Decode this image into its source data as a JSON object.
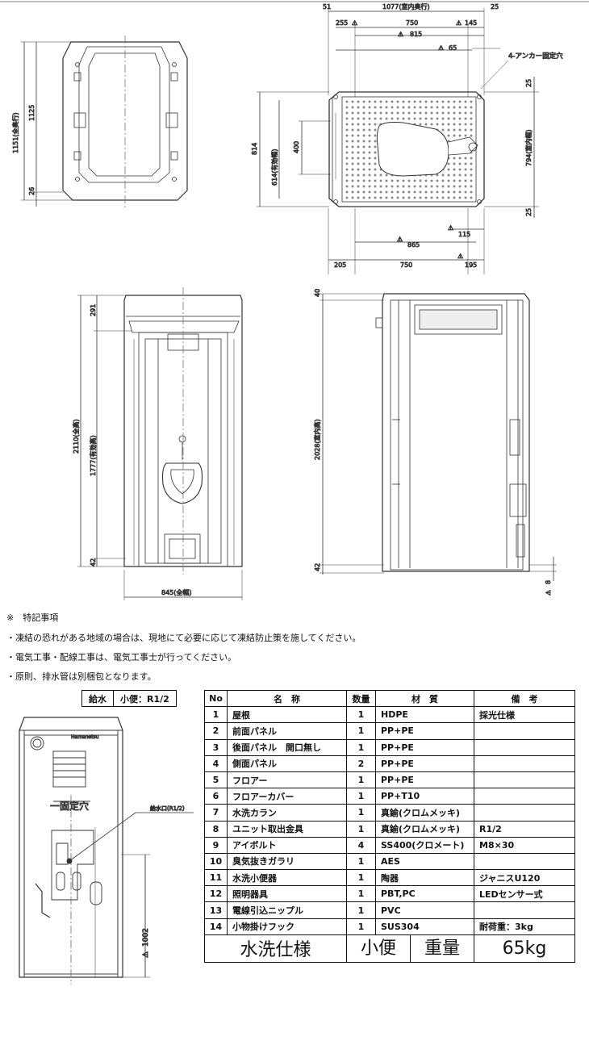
{
  "top_view": {
    "dims": {
      "d51": "51",
      "d1077": "1077(室内奥行)",
      "d25a": "25",
      "d255": "255",
      "d750a": "750",
      "d145": "145",
      "d815": "815",
      "d65": "65",
      "d814": "814",
      "d400": "400",
      "d614": "614(有効幅)",
      "d794": "794(室内幅)",
      "d25b": "25",
      "d25c": "25",
      "d865": "865",
      "d115": "115",
      "d205": "205",
      "d750b": "750",
      "d195": "195"
    },
    "anchor_label": "4-アンカー固定穴"
  },
  "side_view": {
    "d1151": "1151(全奥行)",
    "d1125": "1125",
    "d26": "26"
  },
  "front_view": {
    "d291": "291",
    "d2110": "2110(全高)",
    "d1777": "1777(有効高)",
    "d42": "42",
    "d845": "845(全幅)"
  },
  "section_view": {
    "d40": "40",
    "d2028": "2028(室内高)",
    "d42": "42",
    "d8": "8"
  },
  "back_view": {
    "d1002": "1002",
    "brand": "Hamanetsu",
    "marking": "一固定穴",
    "water_inlet": "給水口(R1/2)"
  },
  "notes": {
    "heading": "※　特記事項",
    "lines": [
      "・凍結の恐れがある地域の場合は、現地にて必要に応じて凍結防止策を施してください。",
      "・電気工事・配線工事は、電気工事士が行ってください。",
      "・原則、排水管は別梱包となります。"
    ]
  },
  "spec": {
    "label": "給水",
    "value": "小便：R1/2"
  },
  "parts_table": {
    "headers": [
      "No",
      "名　称",
      "数量",
      "材　質",
      "備　考"
    ],
    "rows": [
      [
        "1",
        "屋根",
        "1",
        "HDPE",
        "採光仕様"
      ],
      [
        "2",
        "前面パネル",
        "1",
        "PP+PE",
        ""
      ],
      [
        "3",
        "後面パネル　開口無し",
        "1",
        "PP+PE",
        ""
      ],
      [
        "4",
        "側面パネル",
        "2",
        "PP+PE",
        ""
      ],
      [
        "5",
        "フロアー",
        "1",
        "PP+PE",
        ""
      ],
      [
        "6",
        "フロアーカバー",
        "1",
        "PP+T10",
        ""
      ],
      [
        "7",
        "水洗カラン",
        "1",
        "真鍮(クロムメッキ)",
        ""
      ],
      [
        "8",
        "ユニット取出金具",
        "1",
        "真鍮(クロムメッキ)",
        "R1/2"
      ],
      [
        "9",
        "アイボルト",
        "4",
        "SS400(クロメート)",
        "M8×30"
      ],
      [
        "10",
        "臭気抜きガラリ",
        "1",
        "AES",
        ""
      ],
      [
        "11",
        "水洗小便器",
        "1",
        "陶器",
        "ジャニスU120"
      ],
      [
        "12",
        "照明器具",
        "1",
        "PBT,PC",
        "LEDセンサー式"
      ],
      [
        "13",
        "電線引込ニップル",
        "1",
        "PVC",
        ""
      ],
      [
        "14",
        "小物掛けフック",
        "1",
        "SUS304",
        "耐荷重：3kg"
      ]
    ],
    "footer": {
      "spec_name": "水洗仕様",
      "type": "小便",
      "weight_label": "重量",
      "weight": "65kg"
    }
  }
}
